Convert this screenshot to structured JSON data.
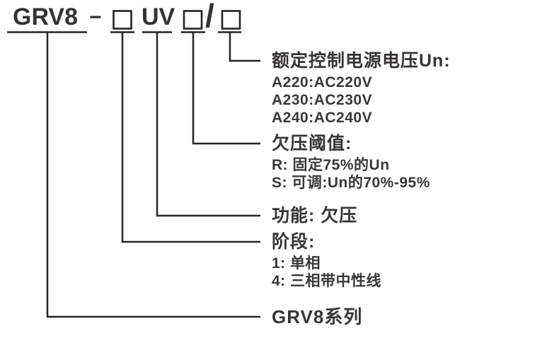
{
  "model_code": {
    "prefix": "GRV8",
    "dash": "−",
    "function_code": "UV",
    "separator": "/"
  },
  "boxes": [
    "phase-placeholder-box",
    "threshold-placeholder-box",
    "voltage-placeholder-box"
  ],
  "sections": {
    "voltage": {
      "heading": "额定控制电源电压Un:",
      "items": [
        "A220:AC220V",
        "A230:AC230V",
        "A240:AC240V"
      ]
    },
    "threshold": {
      "heading": "欠压阈值:",
      "items": [
        "R: 固定75%的Un",
        "S: 可调:Un的70%-95%"
      ]
    },
    "function": {
      "heading": "功能: 欠压"
    },
    "phase": {
      "heading": "阶段:",
      "items": [
        "1: 单相",
        "4: 三相带中性线"
      ]
    },
    "series": {
      "heading": "GRV8系列"
    }
  },
  "colors": {
    "text": "#383536",
    "line": "#262324",
    "background": "#ffffff"
  }
}
